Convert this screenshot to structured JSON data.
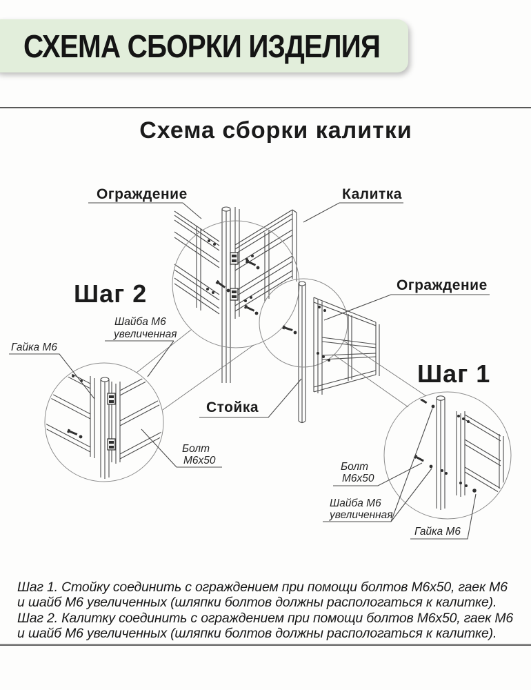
{
  "banner": {
    "title": "СХЕМА СБОРКИ ИЗДЕЛИЯ"
  },
  "diagram": {
    "title": "Схема сборки калитки",
    "labels": {
      "fence_left": "Ограждение",
      "gate": "Калитка",
      "step2": "Шаг 2",
      "washer_left": {
        "line1": "Шайба М6",
        "line2": "увеличенная"
      },
      "nut_left": "Гайка М6",
      "fence_right": "Ограждение",
      "step1": "Шаг 1",
      "post": "Стойка",
      "bolt_center": {
        "line1": "Болт",
        "line2": "М6х50"
      },
      "bolt_right": {
        "line1": "Болт",
        "line2": "М6х50"
      },
      "washer_right": {
        "line1": "Шайба М6",
        "line2": "увеличенная"
      },
      "nut_right": "Гайка М6"
    }
  },
  "steps": {
    "line1": "Шаг 1. Стойку соединить с ограждением при помощи болтов М6х50, гаек М6",
    "line2": "и шайб М6 увеличенных (шляпки болтов должны распологаться к калитке).",
    "line3": "Шаг 2. Калитку соединить с ограждением при помощи болтов М6х50, гаек М6",
    "line4": "и шайб М6 увеличенных (шляпки болтов должны распологаться к калитке)."
  },
  "colors": {
    "banner_bg": "#e2eedb",
    "line": "#4a4a4a",
    "text": "#1a1a1a",
    "background": "#fdfdfc"
  }
}
